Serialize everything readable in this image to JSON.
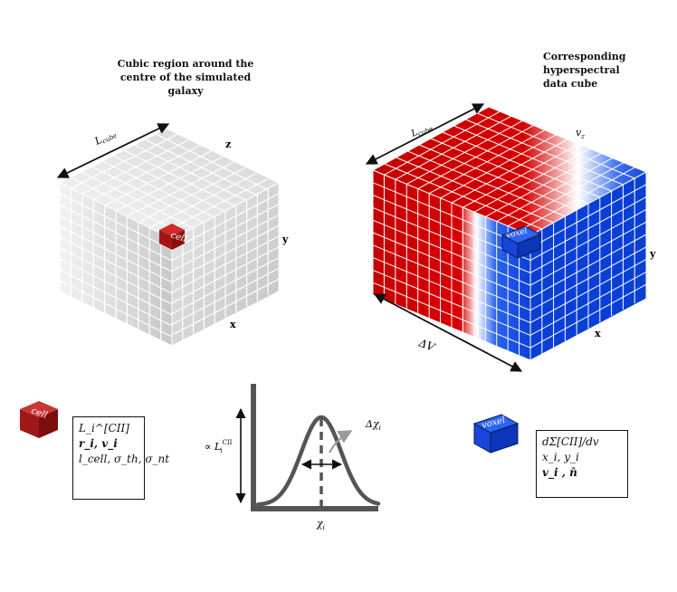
{
  "left_panel": {
    "caption": [
      "Cubic region around the",
      "centre of the simulated",
      "galaxy"
    ],
    "length_label": "L",
    "length_sub": "cube",
    "axis_z": "z",
    "axis_y": "y",
    "axis_x": "x",
    "cell_label": "cell"
  },
  "right_panel": {
    "caption": [
      "Corresponding",
      "hyperspectral",
      "data cube"
    ],
    "length_label": "L",
    "length_sub": "cube",
    "axis_vz": "v",
    "axis_vz_sub": "z",
    "axis_y": "y",
    "axis_x": "x",
    "delta_v": "ΔV",
    "voxel_label": "voxel"
  },
  "bottom_left": {
    "cell_label": "cell",
    "lines": [
      "L_i^[CII]",
      "r_i, v_i",
      "l_cell, σ_th, σ_nt"
    ]
  },
  "bottom_middle": {
    "y_label": "∝ L",
    "y_label_sub": "i",
    "y_label_sup": "CII",
    "x_label": "χ",
    "x_label_sub": "i",
    "width_label": "Δχ",
    "width_label_sub": "i"
  },
  "bottom_right": {
    "voxel_label": "voxel",
    "lines": [
      "dΣ[CII]/dv",
      "x_i, y_i",
      "v_i , n̂"
    ]
  },
  "colors": {
    "red": "#c00000",
    "blue": "#0a3fd6",
    "grey_face": "#cfcfcf",
    "cell_red": "#b01c1c"
  }
}
